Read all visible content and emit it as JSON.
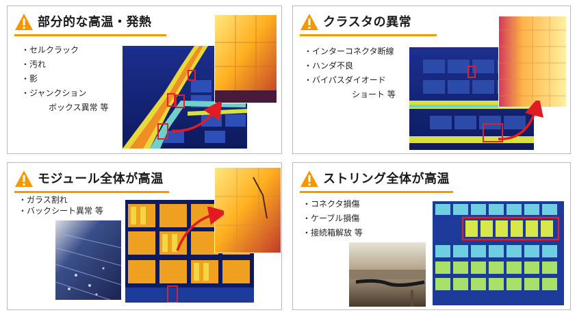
{
  "colors": {
    "warning_orange": "#f39800",
    "accent_underline": "#f39800",
    "highlight_box": "#e0202a",
    "arrow_red": "#e01b22"
  },
  "panels": [
    {
      "title": "部分的な高温・発熱",
      "icon": "warning-triangle-icon",
      "bullets": [
        "セルクラック",
        "汚れ",
        "影",
        "ジャンクション",
        "ボックス異常 等"
      ]
    },
    {
      "title": "クラスタの異常",
      "icon": "warning-triangle-icon",
      "bullets": [
        "インターコネクタ断線",
        "ハンダ不良",
        "バイパスダイオード",
        "ショート 等"
      ]
    },
    {
      "title": "モジュール全体が高温",
      "icon": "warning-triangle-icon",
      "bullets": [
        "ガラス割れ",
        "バックシート異常 等"
      ]
    },
    {
      "title": "ストリング全体が高温",
      "icon": "warning-triangle-icon",
      "bullets": [
        "コネクタ損傷",
        "ケーブル損傷",
        "接続箱解放 等"
      ]
    }
  ]
}
